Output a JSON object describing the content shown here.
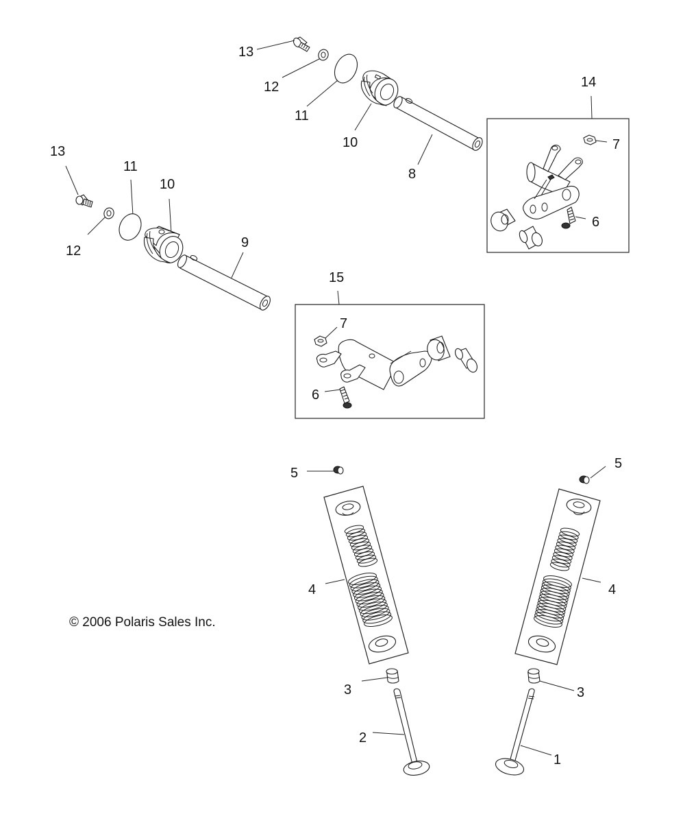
{
  "diagram": {
    "copyright": "© 2006 Polaris Sales Inc.",
    "callouts": {
      "upper_pushrod": {
        "screw": "13",
        "washer": "12",
        "oring": "11",
        "cup": "10",
        "shaft": "8"
      },
      "left_pushrod": {
        "screw": "13",
        "washer": "12",
        "oring": "11",
        "cup": "10",
        "shaft": "9"
      },
      "rocker_assy_right": {
        "assembly": "14",
        "nut": "7",
        "bolt": "6"
      },
      "rocker_assy_center": {
        "assembly": "15",
        "nut": "7",
        "bolt": "6"
      },
      "valve_left": {
        "keeper": "5",
        "spring_kit": "4",
        "seal": "3",
        "valve": "2"
      },
      "valve_right": {
        "keeper": "5",
        "spring_kit": "4",
        "seal": "3",
        "valve": "1"
      }
    }
  }
}
